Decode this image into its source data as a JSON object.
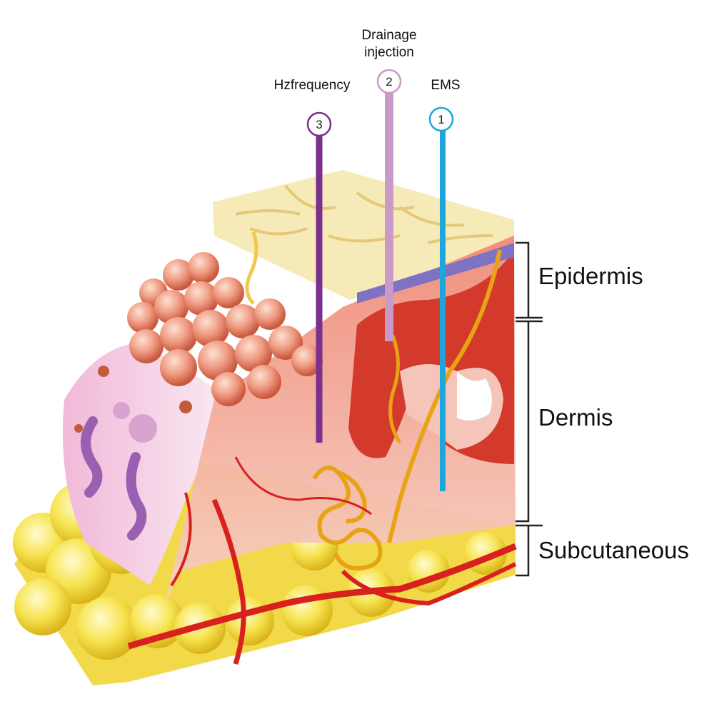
{
  "probes": [
    {
      "number": "1",
      "label": "EMS",
      "color": "#1ea6dc",
      "ring": "#1ea6dc"
    },
    {
      "number": "2",
      "label": "Drainage\ninjection",
      "color": "#c99ac7",
      "ring": "#c99ac7"
    },
    {
      "number": "3",
      "label": "Hzfrequency",
      "color": "#7b2f8f",
      "ring": "#7b2f8f"
    }
  ],
  "layers": [
    {
      "name": "Epidermis"
    },
    {
      "name": "Dermis"
    },
    {
      "name": "Subcutaneous"
    }
  ],
  "colors": {
    "fat": "#f6e15a",
    "dermis": "#f2b9a8",
    "vessel": "#d8201e",
    "epidermis_top": "#7d73c2",
    "nerve": "#e8a315",
    "surface": "#f6eab8"
  }
}
